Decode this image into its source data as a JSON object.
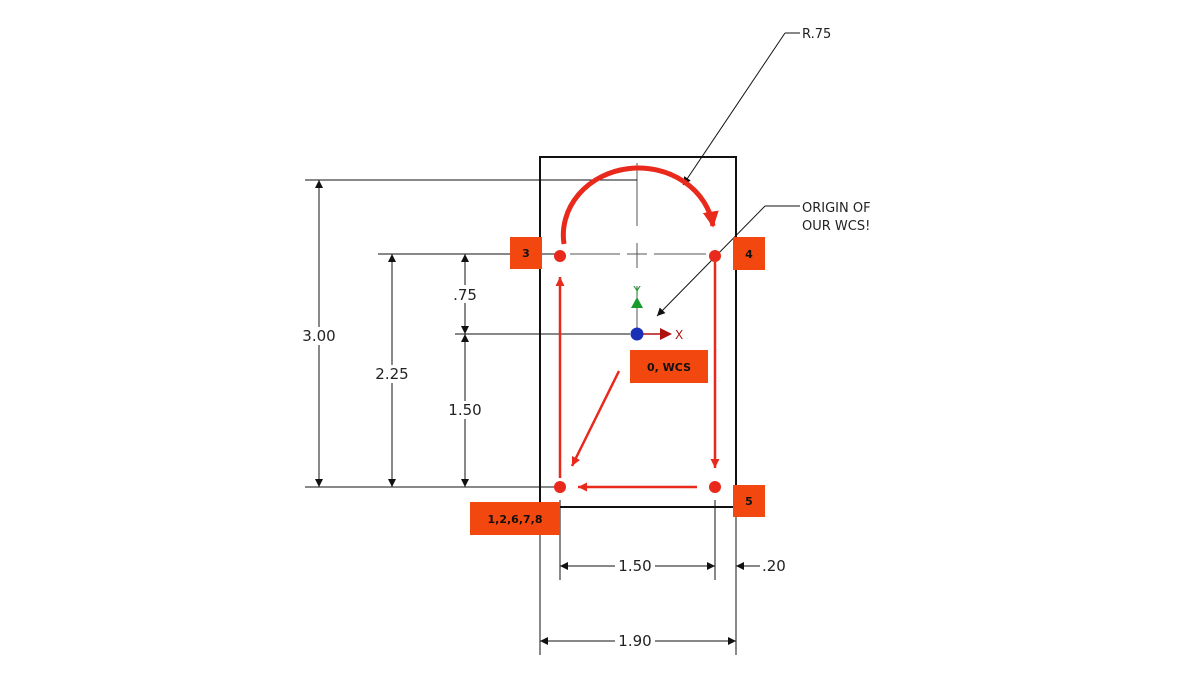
{
  "colors": {
    "line": "#111111",
    "toolpath": "#e8291c",
    "label_fill": "#f2480f",
    "x_axis": "#b01010",
    "y_axis": "#1a9c2a",
    "origin": "#1a2fb8",
    "center_mark": "#555555"
  },
  "dimensions": {
    "overall_height": "3.00",
    "to_arc_center": "2.25",
    "arc_center_above_origin": ".75",
    "origin_above_bottom": "1.50",
    "path_width": "1.50",
    "stock_width": "1.90",
    "side_clearance": ".20"
  },
  "callouts": {
    "radius": "R.75",
    "origin_line1": "ORIGIN OF",
    "origin_line2": "OUR WCS!"
  },
  "axes": {
    "x_label": "X",
    "y_label": "Y"
  },
  "point_labels": {
    "p3": "3",
    "p4": "4",
    "p5": "5",
    "p_start": "1,2,6,7,8",
    "p_origin": "0, WCS"
  }
}
